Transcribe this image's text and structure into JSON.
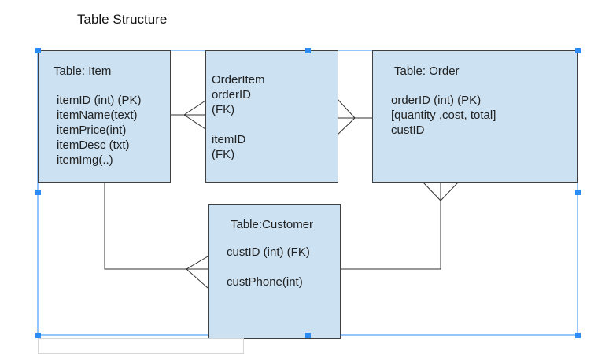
{
  "header": {
    "title": "Table Structure"
  },
  "colors": {
    "entity_fill": "#cce1f2",
    "entity_border": "#404040",
    "connector": "#303030",
    "selection": "#2b8cf5"
  },
  "entities": {
    "item": {
      "title": "Table: Item",
      "fields": [
        "itemID (int) (PK)",
        "itemName(text)",
        "itemPrice(int)",
        "itemDesc (txt)",
        "itemImg(..)"
      ]
    },
    "order_item": {
      "title": "OrderItem",
      "fields": [
        "orderID",
        "(FK)",
        "",
        "itemID",
        "(FK)"
      ]
    },
    "order": {
      "title": "Table: Order",
      "fields": [
        "orderID (int) (PK)",
        "[quantity ,cost, total]",
        "custID"
      ]
    },
    "customer": {
      "title": "Table:Customer",
      "fields": [
        "custID (int) (FK)",
        "custPhone(int)"
      ]
    }
  },
  "relationships": [
    {
      "from": "item",
      "to": "order_item",
      "notation": "crow-foot"
    },
    {
      "from": "order_item",
      "to": "order",
      "notation": "crow-foot"
    },
    {
      "from": "item",
      "to": "customer",
      "notation": "crow-foot"
    },
    {
      "from": "customer",
      "to": "order",
      "notation": "crow-foot"
    }
  ]
}
